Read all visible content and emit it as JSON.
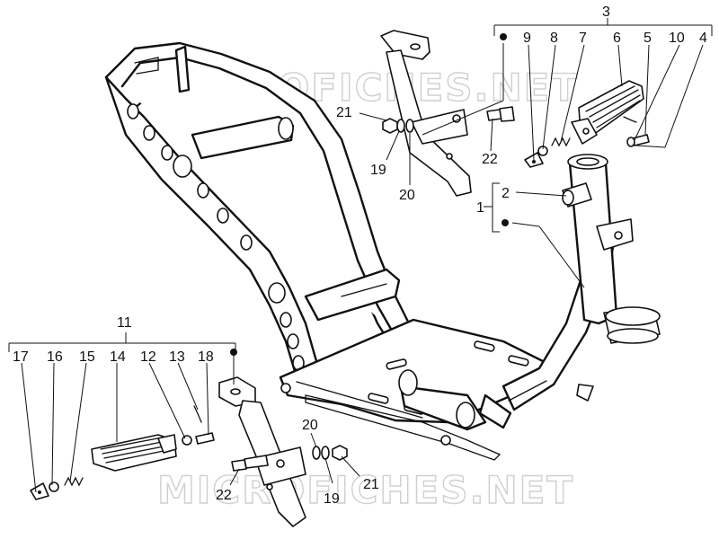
{
  "watermark": "MICROFICHES.NET",
  "callouts": {
    "group_top": "3",
    "group_right": "1",
    "group_left": "11",
    "top_row": [
      "9",
      "8",
      "7",
      "6",
      "5",
      "10",
      "4"
    ],
    "left_row": [
      "17",
      "16",
      "15",
      "14",
      "12",
      "13",
      "18"
    ],
    "p2": "2",
    "p21_top": "21",
    "p19_top": "19",
    "p20_top": "20",
    "p22_top": "22",
    "p20_bottom": "20",
    "p21_bottom": "21",
    "p19_bottom": "19",
    "p22_bottom": "22"
  },
  "colors": {
    "line": "#111111",
    "watermark": "#cfcfcf",
    "background": "#ffffff"
  }
}
